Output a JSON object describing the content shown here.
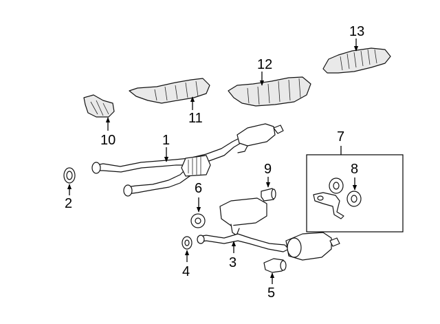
{
  "callouts": {
    "c1": "1",
    "c2": "2",
    "c3": "3",
    "c4": "4",
    "c5": "5",
    "c6": "6",
    "c7": "7",
    "c8": "8",
    "c9": "9",
    "c10": "10",
    "c11": "11",
    "c12": "12",
    "c13": "13"
  },
  "colors": {
    "line": "#000000",
    "background": "#ffffff",
    "shield_fill": "#e9e9e9"
  }
}
